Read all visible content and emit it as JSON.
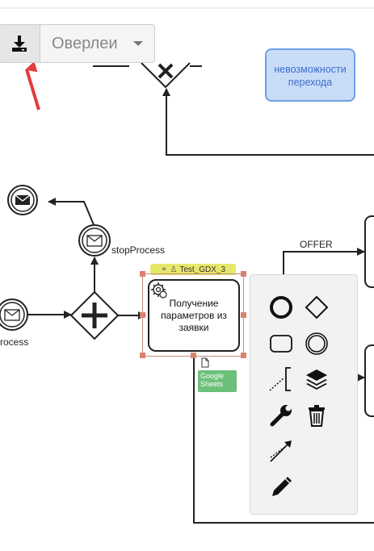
{
  "toolbar": {
    "download_icon": "download-icon",
    "overlays_label": "Оверлеи",
    "overlays_icon": "caret-down-icon"
  },
  "diagram": {
    "blue_task_label": "невозможности перехода",
    "stop_process_label": "stopProcess",
    "process_label": "rocess",
    "offer_label": "OFFER",
    "main_task_label": "Получение параметров из заявки",
    "lane_tag_label": "Test_GDX_3",
    "google_sheets_label": "Google Sheets"
  },
  "palette": {
    "items": [
      {
        "icon": "end-event-icon"
      },
      {
        "icon": "gateway-icon"
      },
      {
        "icon": "task-icon"
      },
      {
        "icon": "intermediate-event-icon"
      },
      {
        "icon": "text-annotation-icon"
      },
      {
        "icon": "layers-icon"
      },
      {
        "icon": "wrench-icon"
      },
      {
        "icon": "trash-icon"
      },
      {
        "icon": "connect-arrow-icon"
      },
      {
        "icon": "pencil-icon"
      }
    ]
  },
  "colors": {
    "annotation_arrow": "#e23c3c",
    "task_blue_fill": "#c8dcf7",
    "task_blue_border": "#6f9fe6",
    "lane_tag": "#e6e86a",
    "google_sheets_tag": "#6cc07a",
    "selection": "#d9826e"
  }
}
